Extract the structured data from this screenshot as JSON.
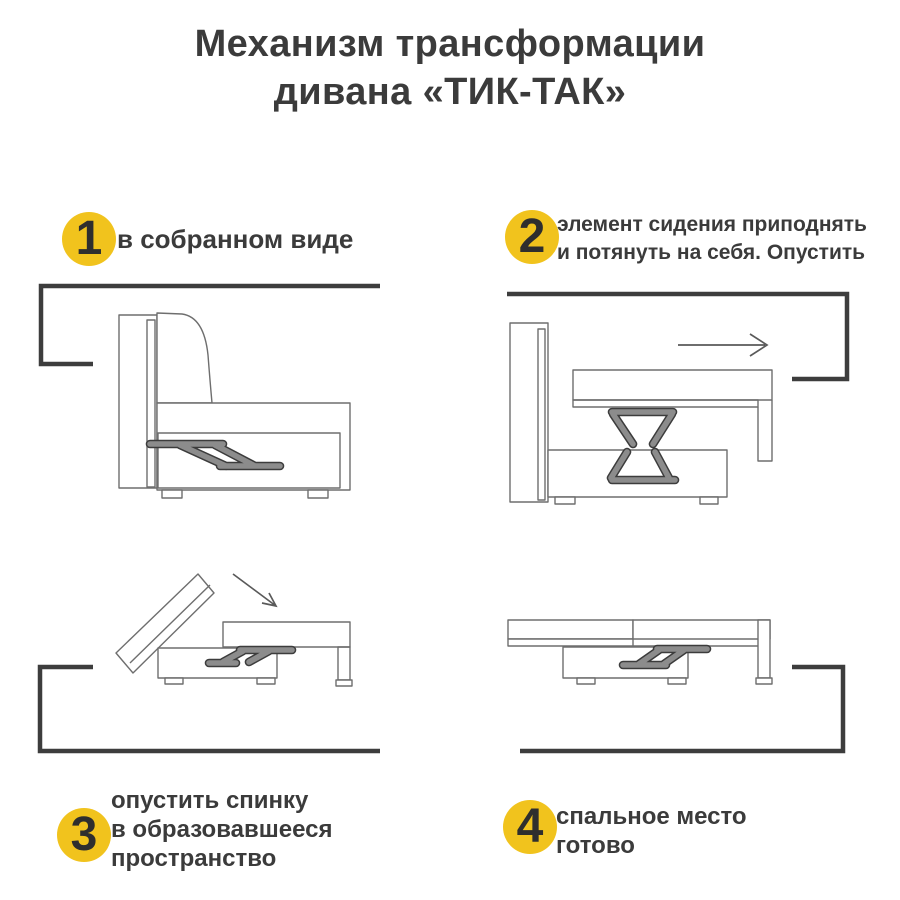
{
  "title": {
    "lines": [
      "Механизм трансформации",
      "дивана «ТИК-ТАК»"
    ]
  },
  "steps": [
    {
      "number": "1",
      "label_lines": [
        "в собранном виде"
      ],
      "illustration": "sofa-assembled-side-view"
    },
    {
      "number": "2",
      "label_lines": [
        "элемент сидения приподнять",
        "и потянуть на себя. Опустить"
      ],
      "illustration": "seat-raised-on-scissor-mechanism-arrow-right"
    },
    {
      "number": "3",
      "label_lines": [
        "опустить спинку",
        "в образовавшееся",
        "пространство"
      ],
      "illustration": "backrest-tilting-into-gap-arrow-down"
    },
    {
      "number": "4",
      "label_lines": [
        "спальное место",
        "готово"
      ],
      "illustration": "flat-sleeping-place"
    }
  ],
  "colors": {
    "badge_bg": "#F1C31D",
    "badge_number": "#2E2E2E",
    "heading_text": "#3B3B3B",
    "drawing_outline": "#6E6E6E",
    "mechanism_fill": "#8C8C8C",
    "mechanism_outline": "#3C3C3C",
    "bracket_line": "#3D3D3D",
    "arrow": "#5A5A5A",
    "background": "#FFFFFF"
  }
}
